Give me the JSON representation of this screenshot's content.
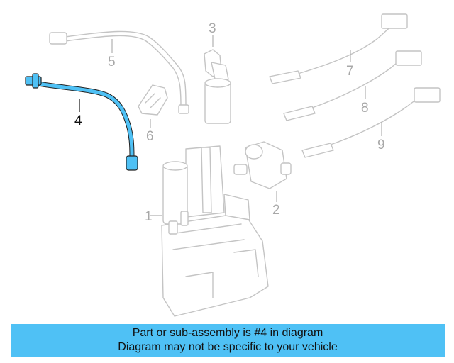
{
  "diagram": {
    "callouts": [
      {
        "id": "1",
        "label": "1",
        "highlighted": false
      },
      {
        "id": "2",
        "label": "2",
        "highlighted": false
      },
      {
        "id": "3",
        "label": "3",
        "highlighted": false
      },
      {
        "id": "4",
        "label": "4",
        "highlighted": true
      },
      {
        "id": "5",
        "label": "5",
        "highlighted": false
      },
      {
        "id": "6",
        "label": "6",
        "highlighted": false
      },
      {
        "id": "7",
        "label": "7",
        "highlighted": false
      },
      {
        "id": "8",
        "label": "8",
        "highlighted": false
      },
      {
        "id": "9",
        "label": "9",
        "highlighted": false
      }
    ],
    "highlight_color": "#4fc1f5",
    "part_color": "#c4c4c4"
  },
  "banner": {
    "line1": "Part or sub-assembly is #4 in diagram",
    "line2": "Diagram may not be specific to your vehicle",
    "background": "#4fc1f5"
  }
}
